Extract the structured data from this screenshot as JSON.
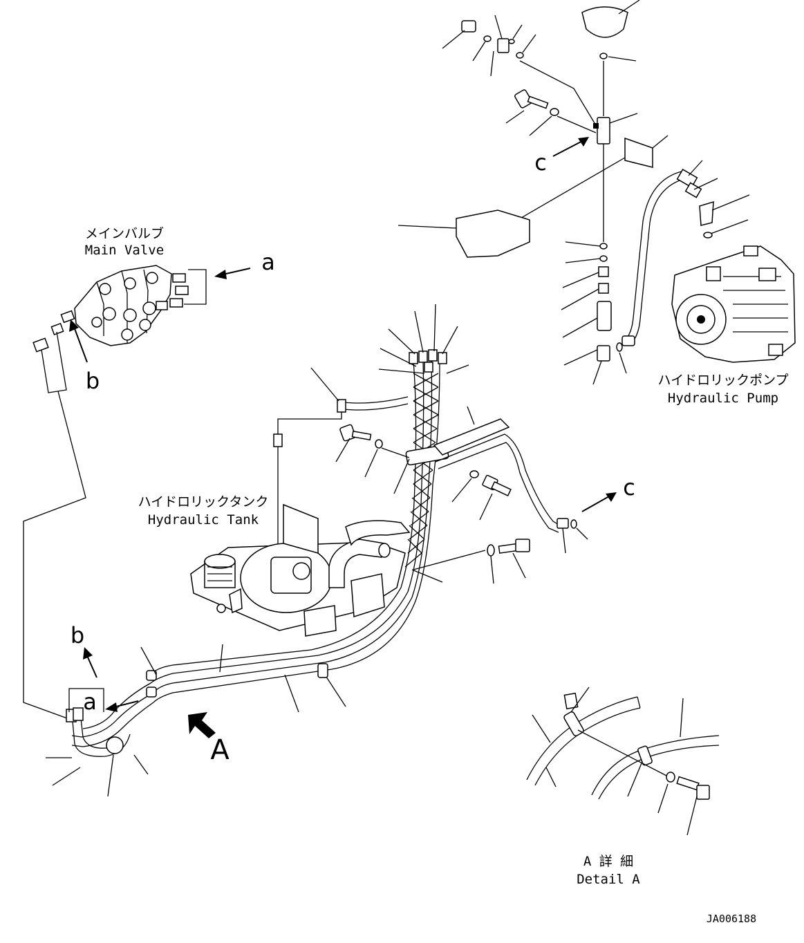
{
  "labels": {
    "main_valve_jp": "メインバルブ",
    "main_valve_en": "Main Valve",
    "hydraulic_pump_jp": "ハイドロリックポンプ",
    "hydraulic_pump_en": "Hydraulic Pump",
    "hydraulic_tank_jp": "ハイドロリックタンク",
    "hydraulic_tank_en": "Hydraulic Tank",
    "detail_a_jp": "A 詳 細",
    "detail_a_en": "Detail A",
    "drawing_number": "JA006188"
  },
  "refs": {
    "a_top": "a",
    "b_top": "b",
    "c_top": "c",
    "c_mid": "c",
    "b_bottom": "b",
    "a_bottom": "a",
    "view_A": "A"
  }
}
